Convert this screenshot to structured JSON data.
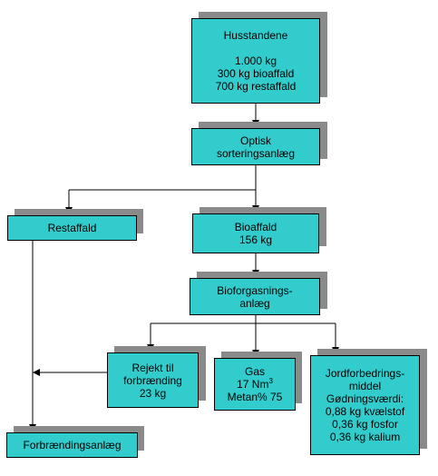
{
  "colors": {
    "box_fill": "#33cccc",
    "shadow": "#8a8a8a",
    "line": "#000000"
  },
  "nodes": {
    "households": {
      "lines": [
        "Husstandene",
        "",
        "1.000 kg",
        "300 kg bioaffald",
        "700 kg restaffald"
      ]
    },
    "optical_sorting": {
      "lines": [
        "Optisk",
        "sorteringsanlæg"
      ]
    },
    "residual_waste": {
      "lines": [
        "Restaffald"
      ]
    },
    "bio_waste": {
      "lines": [
        "Bioaffald",
        "156 kg"
      ]
    },
    "biogas_plant": {
      "lines": [
        "Bioforgasnings-",
        "anlæg"
      ]
    },
    "reject": {
      "lines": [
        "Rejekt til",
        "forbrænding",
        "23 kg"
      ]
    },
    "gas": {
      "lines": [
        "Gas",
        "17 Nm",
        "Metan% 75"
      ],
      "unit_superscript": "3"
    },
    "soil_improver": {
      "lines": [
        "Jordforbedrings-",
        "middel",
        "Gødningsværdi:",
        "0,88 kg kvælstof",
        "0,36 kg fosfor",
        "0,36 kg kalium"
      ]
    },
    "incineration_plant": {
      "lines": [
        "Forbrændingsanlæg"
      ]
    }
  }
}
